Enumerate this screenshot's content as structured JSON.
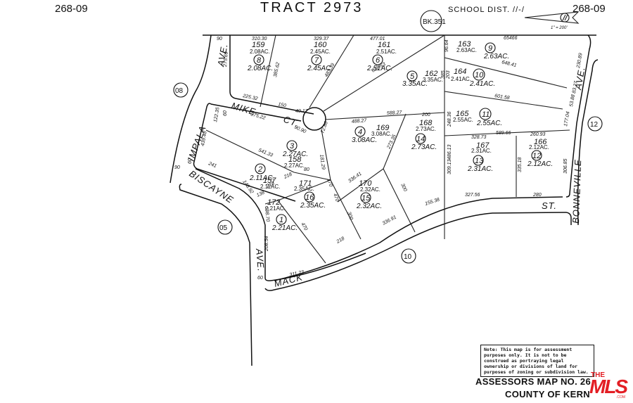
{
  "header": {
    "map_no_left": "268-09",
    "title": "TRACT 2973",
    "book": "BK.351",
    "school_district": "SCHOOL DIST. //-/",
    "map_no_right": "268-09",
    "north_arrow_number": "//",
    "scale": "1\" = 200'"
  },
  "streets": [
    {
      "name": "IMPALA",
      "suffix": "AVE.",
      "width": "90"
    },
    {
      "name": "MIKE",
      "suffix": "CT.",
      "width": "60"
    },
    {
      "name": "BISCAYNE",
      "suffix": "AVE.",
      "width": "60"
    },
    {
      "name": "MACK",
      "suffix": "",
      "width": "60"
    },
    {
      "name": "ST.",
      "suffix": "",
      "width": "60"
    },
    {
      "name": "BONNEVILLE",
      "suffix": "AVE.",
      "width": "60"
    }
  ],
  "adjacent_map_refs": [
    "08",
    "05",
    "10",
    "12"
  ],
  "lots": [
    {
      "parcel": "159",
      "acres": "2.08AC.",
      "lot": "8",
      "lot_acres": "2.08AC."
    },
    {
      "parcel": "160",
      "acres": "2.45AC.",
      "lot": "7",
      "lot_acres": "2.45AC."
    },
    {
      "parcel": "161",
      "acres": "2.51AC.",
      "lot": "6",
      "lot_acres": "2.51AC."
    },
    {
      "parcel": "162",
      "acres": "3.35AC.",
      "lot": "5",
      "lot_acres": "3.35AC."
    },
    {
      "parcel": "163",
      "acres": "2.63AC.",
      "lot": "9",
      "lot_acres": "2.63AC."
    },
    {
      "parcel": "164",
      "acres": "2.41AC.",
      "lot": "10",
      "lot_acres": "2.41AC."
    },
    {
      "parcel": "165",
      "acres": "2.55AC.",
      "lot": "11",
      "lot_acres": "2.55AC."
    },
    {
      "parcel": "166",
      "acres": "2.12AC.",
      "lot": "12",
      "lot_acres": "2.12AC."
    },
    {
      "parcel": "167",
      "acres": "2.31AC.",
      "lot": "13",
      "lot_acres": "2.31AC."
    },
    {
      "parcel": "168",
      "acres": "2.73AC.",
      "lot": "14",
      "lot_acres": "2.73AC."
    },
    {
      "parcel": "169",
      "acres": "3.08AC.",
      "lot": "4",
      "lot_acres": "3.08AC."
    },
    {
      "parcel": "170",
      "acres": "2.32AC.",
      "lot": "15",
      "lot_acres": "2.32AC."
    },
    {
      "parcel": "171",
      "acres": "2.35AC.",
      "lot": "16",
      "lot_acres": "2.35AC."
    },
    {
      "parcel": "172",
      "acres": "2.21AC.",
      "lot": "1",
      "lot_acres": "2.21AC."
    },
    {
      "parcel": "157",
      "acres": "2.11AC.",
      "lot": "2",
      "lot_acres": "2.11AC."
    },
    {
      "parcel": "158",
      "acres": "2.27AC.",
      "lot": "3",
      "lot_acres": "2.27AC."
    }
  ],
  "dimensions": {
    "d90": "90",
    "d31030": "310.30",
    "d32937": "329.37",
    "d47701": "477.01",
    "d65466": "65466",
    "d27569": "275.69",
    "d38562": "385.62",
    "d48339": "483.39",
    "d61863": "618.63",
    "d22532": "225.32",
    "d150": "150",
    "d4017": "40.17",
    "d60": "60",
    "d37522": "375.22",
    "d12235": "122.35",
    "d43948": "439.48",
    "d54133": "541.33",
    "d241": "241",
    "d14892": "148.92",
    "d90b": "90",
    "d9090": "90.90",
    "d7286": "72.86",
    "d18129": "181.29",
    "d80": "80",
    "d218a": "218",
    "d218b": "218",
    "d138": "138",
    "d19870": "198.70",
    "d17": "170",
    "d470": "470",
    "d300": "300",
    "d470b": "470",
    "d48827a": "488.27",
    "d58827": "588.27",
    "d200": "200",
    "d27335": "273.35",
    "d33641": "336.41",
    "d300b": "300",
    "d336": "336.91",
    "d15538": "155.38",
    "d32756": "327.56",
    "d280": "280",
    "d24836": "248.36",
    "d48613": "486.13",
    "d30913": "309.13",
    "d32873": "328.73",
    "d58966": "589.66",
    "d26093": "260.93",
    "d33518": "335.18",
    "d30685": "306.85",
    "d17704": "177.04",
    "d5388": "53.88",
    "d8327": "83.27",
    "d23089": "230.89",
    "d64841": "648.41",
    "d60158": "601.58",
    "d0664": "96.64",
    "d385": "385",
    "d203": "203",
    "d20854": "208.54",
    "d31123": "311.23",
    "d60b": "60",
    "d218c": "218",
    "d60c": "60"
  },
  "note": "Note: This map is for assessment purposes only. It is not to be construed as portraying legal ownership or divisions of land for purposes of zoning or subdivision law.",
  "footer": {
    "line1": "ASSESSORS MAP NO. 26",
    "line2": "COUNTY OF KERN"
  },
  "watermark": {
    "the": "THE",
    "brand": "MLS",
    "com": ".COM",
    "color": "#e31e24"
  }
}
